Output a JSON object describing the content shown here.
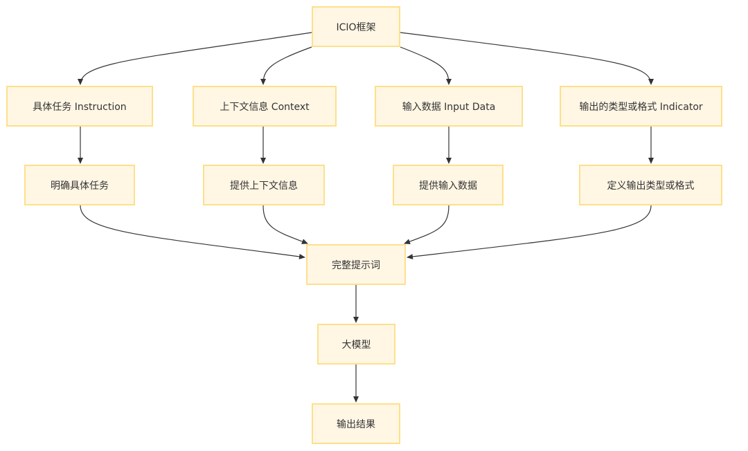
{
  "nodes": {
    "root": "ICIO框架",
    "instruction": "具体任务 Instruction",
    "context": "上下文信息 Context",
    "input": "输入数据 Input Data",
    "indicator": "输出的类型或格式 Indicator",
    "step_instruction": "明确具体任务",
    "step_context": "提供上下文信息",
    "step_input": "提供输入数据",
    "step_indicator": "定义输出类型或格式",
    "prompt": "完整提示词",
    "model": "大模型",
    "output": "输出结果"
  },
  "colors": {
    "node_fill": "#fff6e4",
    "node_border": "#fde08a",
    "edge": "#333333"
  }
}
